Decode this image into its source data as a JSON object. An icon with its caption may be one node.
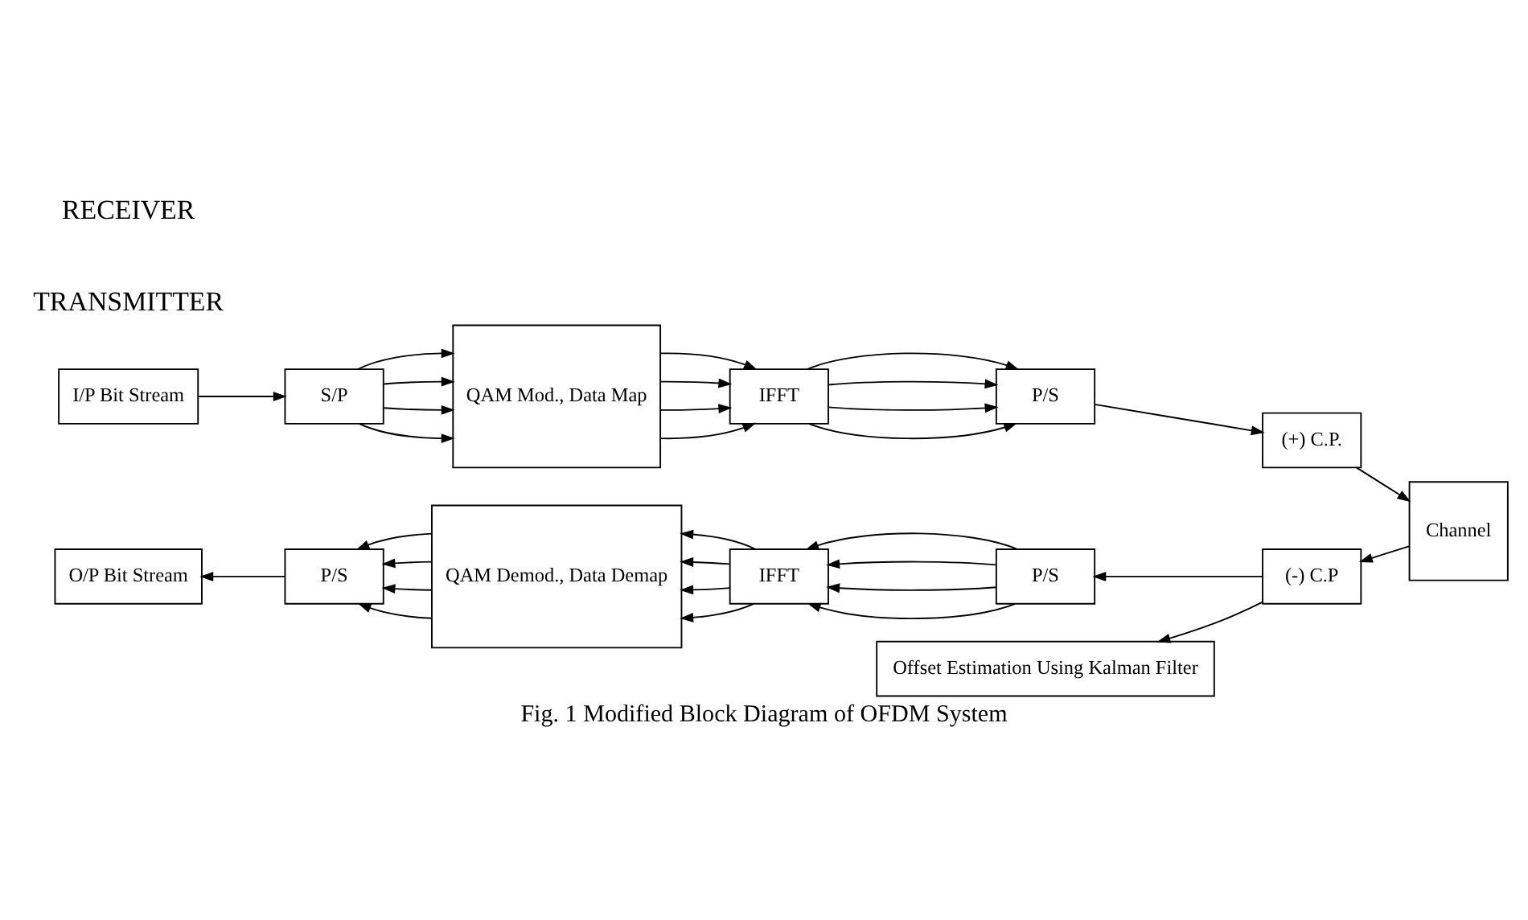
{
  "diagram": {
    "caption": "Fig. 1 Modified Block Diagram of OFDM System",
    "nodes": [
      {
        "text": [
          "I/P Bit Stream"
        ]
      },
      {
        "text": [
          "S/P"
        ]
      },
      {
        "text": [
          "QAM Mod., Data Map"
        ]
      },
      {
        "text": [
          "IFFT"
        ]
      },
      {
        "text": [
          "P/S"
        ]
      },
      {
        "text": [
          "(+) C.P."
        ]
      },
      {
        "text": [
          "Channel"
        ]
      },
      {
        "text": [
          "(-) C.P"
        ]
      },
      {
        "text": [
          "P/S"
        ]
      },
      {
        "text": [
          "IFFT"
        ]
      },
      {
        "text": [
          "QAM Demod., Data Demap"
        ]
      },
      {
        "text": [
          "P/S"
        ]
      },
      {
        "text": [
          "O/P Bit Stream"
        ]
      },
      {
        "text": [
          "Offset Estimation Using Kalman Filter"
        ]
      }
    ],
    "edges": [
      {
        "from": 0,
        "to": 1,
        "arrow": "to"
      },
      {
        "from": 1,
        "to": 2,
        "arrow": "to"
      },
      {
        "from": 1,
        "to": 2,
        "arrow": "to"
      },
      {
        "from": 1,
        "to": 2,
        "arrow": "to"
      },
      {
        "from": 1,
        "to": 2,
        "arrow": "to"
      },
      {
        "from": 2,
        "to": 3,
        "arrow": "to"
      },
      {
        "from": 2,
        "to": 3,
        "arrow": "to"
      },
      {
        "from": 2,
        "to": 3,
        "arrow": "to"
      },
      {
        "from": 2,
        "to": 3,
        "arrow": "to"
      },
      {
        "from": 3,
        "to": 4,
        "arrow": "to"
      },
      {
        "from": 3,
        "to": 4,
        "arrow": "to"
      },
      {
        "from": 3,
        "to": 4,
        "arrow": "to"
      },
      {
        "from": 3,
        "to": 4,
        "arrow": "to"
      },
      {
        "from": 4,
        "to": 5,
        "arrow": "to"
      },
      {
        "from": 5,
        "to": 6,
        "arrow": "to"
      },
      {
        "from": 6,
        "to": 7,
        "arrow": "to"
      },
      {
        "from": 7,
        "to": 8,
        "arrow": "to"
      },
      {
        "from": 7,
        "to": 13,
        "arrow": "to"
      },
      {
        "from": 8,
        "to": 9,
        "arrow": "to"
      },
      {
        "from": 8,
        "to": 9,
        "arrow": "to"
      },
      {
        "from": 8,
        "to": 9,
        "arrow": "to"
      },
      {
        "from": 8,
        "to": 9,
        "arrow": "to"
      },
      {
        "from": 9,
        "to": 10,
        "arrow": "to"
      },
      {
        "from": 9,
        "to": 10,
        "arrow": "to"
      },
      {
        "from": 9,
        "to": 10,
        "arrow": "to"
      },
      {
        "from": 9,
        "to": 10,
        "arrow": "to"
      },
      {
        "from": 10,
        "to": 11,
        "arrow": "to"
      },
      {
        "from": 10,
        "to": 11,
        "arrow": "to"
      },
      {
        "from": 10,
        "to": 11,
        "arrow": "to"
      },
      {
        "from": 10,
        "to": 11,
        "arrow": "to"
      },
      {
        "from": 11,
        "to": 12,
        "arrow": "to"
      }
    ],
    "labels": [
      "TRANSMITTER",
      "RECEIVER"
    ]
  }
}
